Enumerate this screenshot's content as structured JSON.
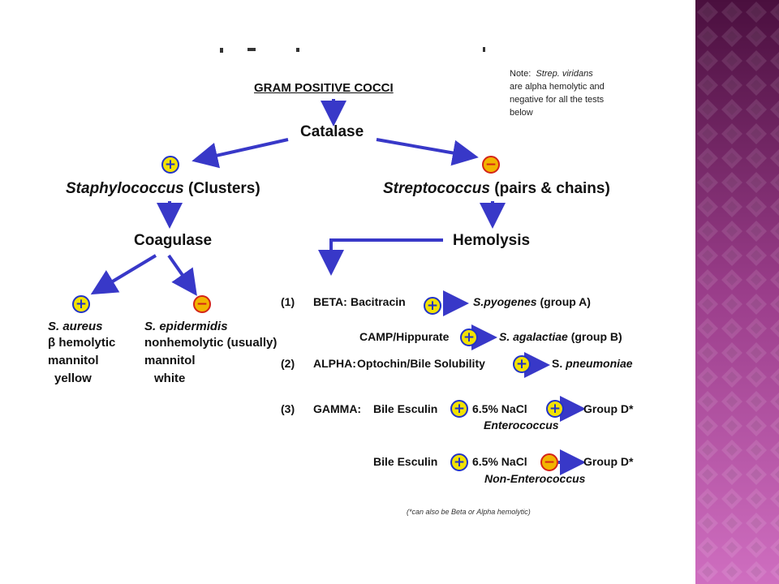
{
  "diagram": {
    "title": "GRAM POSITIVE COCCI",
    "note": [
      "Note:",
      "Strep. viridans",
      "are alpha hemolytic and",
      "negative for all the tests",
      "below"
    ],
    "catalase": "Catalase",
    "staph": {
      "name": "Staphylococcus",
      "suffix": "(Clusters)"
    },
    "strep": {
      "name": "Streptococcus",
      "suffix": "(pairs & chains)"
    },
    "coagulase": "Coagulase",
    "hemolysis": "Hemolysis",
    "aureus": {
      "name": "S. aureus",
      "lines": [
        "β hemolytic",
        "mannitol",
        "yellow"
      ]
    },
    "epidermidis": {
      "name": "S. epidermidis",
      "lines": [
        "nonhemolytic (usually)",
        "mannitol",
        "white"
      ]
    },
    "beta": {
      "num": "(1)",
      "label": "BETA:",
      "test": "Bacitracin",
      "result_italic": "S.pyogenes",
      "result_rest": "(group A)"
    },
    "camp": {
      "test": "CAMP/Hippurate",
      "result_italic": "S. agalactiae",
      "result_rest": "(group B)"
    },
    "alpha": {
      "num": "(2)",
      "label": "ALPHA:",
      "test": "Optochin/Bile Solubility",
      "result_plain": "S.",
      "result_italic": "pneumoniae"
    },
    "gamma": {
      "num": "(3)",
      "label": "GAMMA:",
      "test1": "Bile Esculin",
      "test2": "6.5% NaCl",
      "result": "Group D*",
      "sub": "Enterococcus"
    },
    "gamma2": {
      "test1": "Bile Esculin",
      "test2": "6.5% NaCl",
      "result": "Group D*",
      "sub": "Non-Enterococcus"
    },
    "footnote": "(*can also be Beta or Alpha hemolytic)",
    "badges": {
      "plus": "+",
      "minus": "−"
    }
  },
  "colors": {
    "arrow": "#3838c8",
    "plus_fill": "#f2e200",
    "minus_fill": "#f2b400",
    "side_dark": "#4a0f3e",
    "side_light": "#c461b5"
  }
}
